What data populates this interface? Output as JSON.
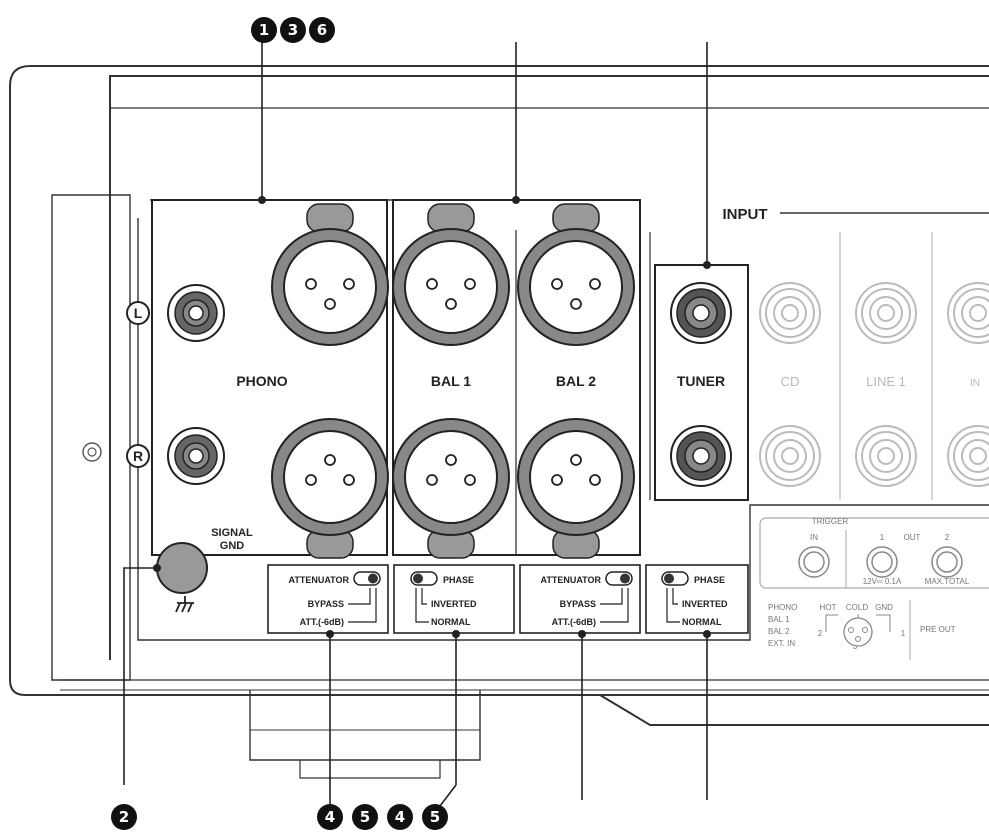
{
  "callouts": {
    "top": [
      "1",
      "3",
      "6"
    ],
    "signal_gnd": "2",
    "bottom": [
      "4",
      "5",
      "4",
      "5"
    ]
  },
  "panel": {
    "input_header": "INPUT",
    "phono_label": "PHONO",
    "bal1_label": "BAL 1",
    "bal2_label": "BAL 2",
    "tuner_label": "TUNER",
    "cd_label": "CD",
    "line1_label": "LINE 1",
    "partial_label": "IN",
    "channel_l": "L",
    "channel_r": "R",
    "signal_gnd_line1": "SIGNAL",
    "signal_gnd_line2": "GND"
  },
  "switches": {
    "attenuator_title": "ATTENUATOR",
    "bypass": "BYPASS",
    "att_value": "ATT.(-6dB)",
    "phase_title": "PHASE",
    "inverted": "INVERTED",
    "normal": "NORMAL"
  },
  "trigger": {
    "title": "TRIGGER",
    "in": "IN",
    "out": "OUT",
    "out1": "1",
    "out2": "2",
    "spec1": "12V═ 0.1A",
    "spec2": "MAX.TOTAL"
  },
  "xlr_legend": {
    "rows": [
      "PHONO",
      "BAL 1",
      "BAL 2",
      "EXT. IN"
    ],
    "hot": "HOT",
    "cold": "COLD",
    "gnd": "GND",
    "pin1": "1",
    "pin2": "2",
    "pin3": "3"
  },
  "pre_out": "PRE OUT"
}
